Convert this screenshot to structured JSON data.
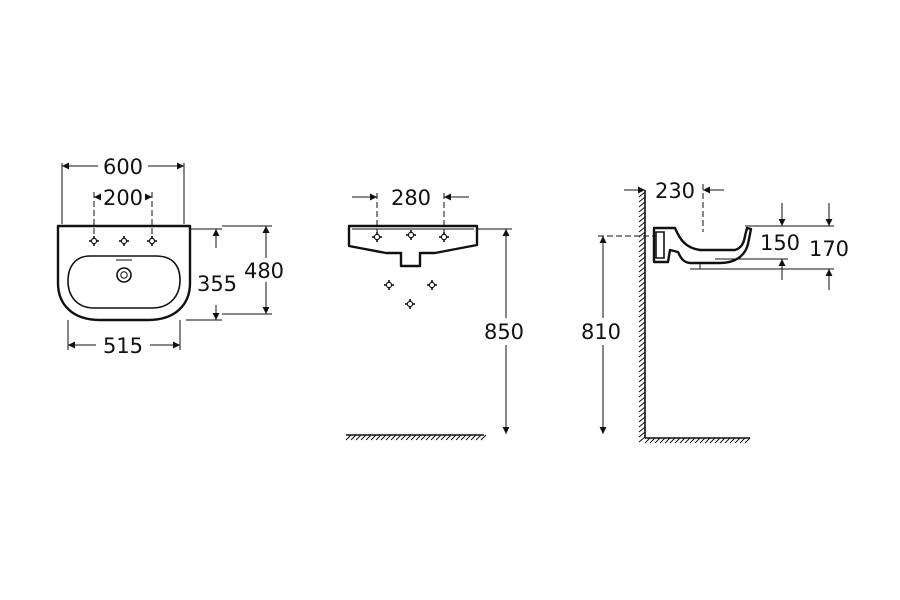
{
  "front_view": {
    "width_total": "600",
    "tap_spacing": "200",
    "bottom_width": "515",
    "bowl_depth": "355",
    "total_depth": "480"
  },
  "elevation_view": {
    "width": "280",
    "rim_height": "850"
  },
  "side_view": {
    "projection": "230",
    "inner_depth": "150",
    "outer_depth": "170",
    "wall_height": "810"
  }
}
